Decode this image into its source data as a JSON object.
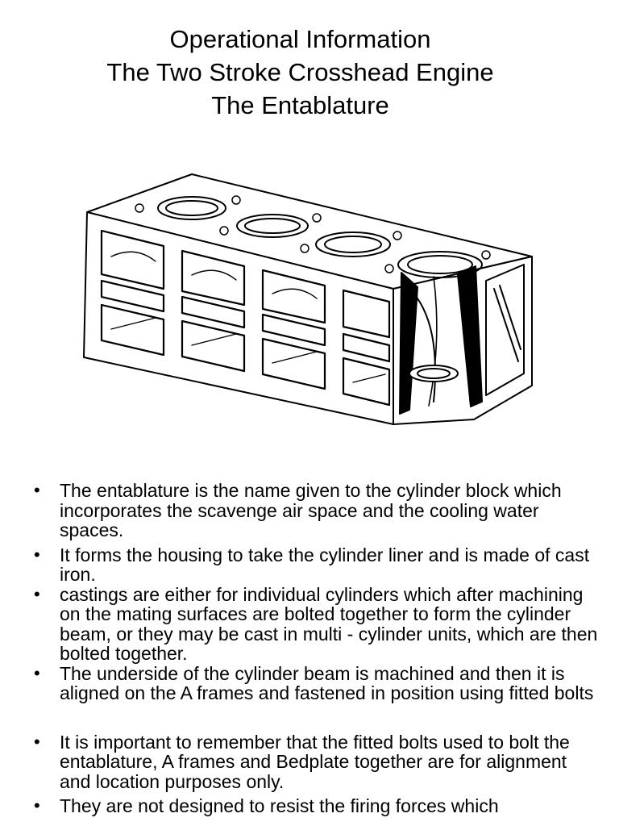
{
  "title": {
    "line1": "Operational Information",
    "line2": "The Two Stroke Crosshead Engine",
    "line3": "The Entablature"
  },
  "figure": {
    "icon": "entablature-cylinder-block-drawing"
  },
  "bullets": [
    "The entablature is the name given to the cylinder block which incorporates the scavenge air space and the cooling water spaces.",
    "It forms the housing to take the cylinder liner and is made of cast iron.",
    "castings are either for individual cylinders which after machining on the mating surfaces are bolted together to form the cylinder beam, or they may  be cast in multi - cylinder units, which are then bolted together.",
    "The underside of the cylinder beam is machined and then it is aligned on the A frames and fastened in position using fitted bolts",
    "It is important to remember that the fitted bolts used to bolt the entablature, A frames and Bedplate together are for alignment and location purposes only.",
    "They are not designed to resist the firing forces which"
  ],
  "bullet_symbol": "•"
}
